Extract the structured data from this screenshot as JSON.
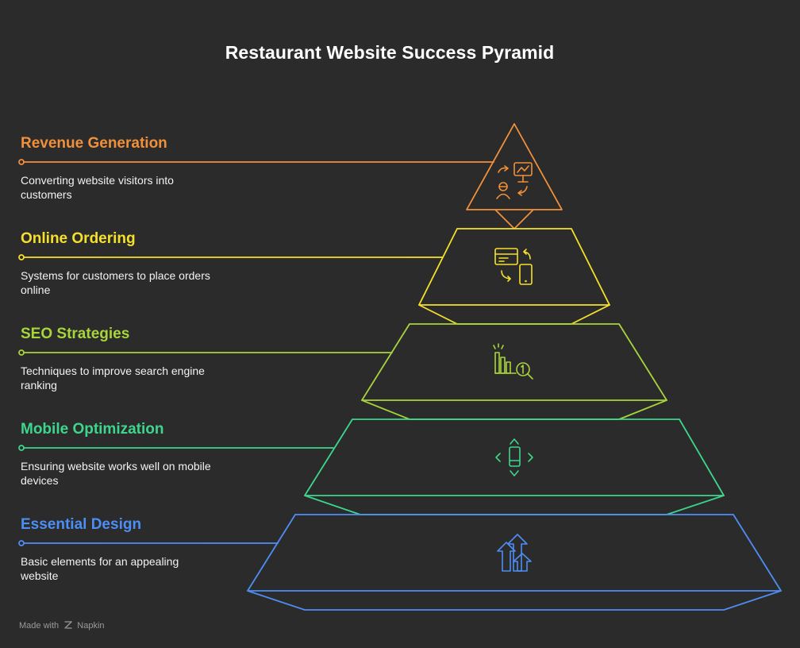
{
  "title": "Restaurant Website Success Pyramid",
  "levels": [
    {
      "title": "Revenue Generation",
      "description": "Converting website visitors into customers",
      "color": "#f0903a",
      "icon": "revenue-growth-icon"
    },
    {
      "title": "Online Ordering",
      "description": "Systems for customers to place orders online",
      "color": "#f5e02c",
      "icon": "online-order-sync-icon"
    },
    {
      "title": "SEO Strategies",
      "description": "Techniques to improve search engine ranking",
      "color": "#a8d43c",
      "icon": "seo-ranking-icon"
    },
    {
      "title": "Mobile Optimization",
      "description": "Ensuring website works well on mobile devices",
      "color": "#3dd68c",
      "icon": "mobile-responsive-icon"
    },
    {
      "title": "Essential Design",
      "description": "Basic elements for an appealing website",
      "color": "#4d8ef5",
      "icon": "upward-arrows-icon"
    }
  ],
  "footer": {
    "made_with": "Made with",
    "brand": "Napkin"
  }
}
